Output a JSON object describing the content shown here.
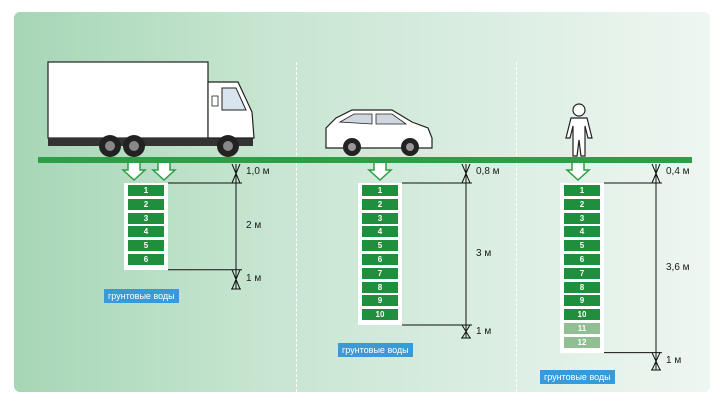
{
  "columns": [
    {
      "vehicle": "truck-icon",
      "levels": [
        "1",
        "2",
        "3",
        "4",
        "5",
        "6"
      ],
      "light_levels": [],
      "dims": {
        "top": "1,0 м",
        "mid": "2 м",
        "bottom": "1 м"
      },
      "groundwater": "грунтовые воды"
    },
    {
      "vehicle": "car-icon",
      "levels": [
        "1",
        "2",
        "3",
        "4",
        "5",
        "6",
        "7",
        "8",
        "9",
        "10"
      ],
      "light_levels": [],
      "dims": {
        "top": "0,8 м",
        "mid": "3 м",
        "bottom": "1 м"
      },
      "groundwater": "грунтовые воды"
    },
    {
      "vehicle": "person-icon",
      "levels": [
        "1",
        "2",
        "3",
        "4",
        "5",
        "6",
        "7",
        "8",
        "9",
        "10",
        "11",
        "12"
      ],
      "light_levels": [
        "11",
        "12"
      ],
      "dims": {
        "top": "0,4 м",
        "mid": "3,6 м",
        "bottom": "1 м"
      },
      "groundwater": "грунтовые воды"
    }
  ],
  "colors": {
    "ground": "#2d9e45",
    "level": "#1e8f3d",
    "level_light": "#8fbf92",
    "groundwater": "#3a9ad8"
  }
}
